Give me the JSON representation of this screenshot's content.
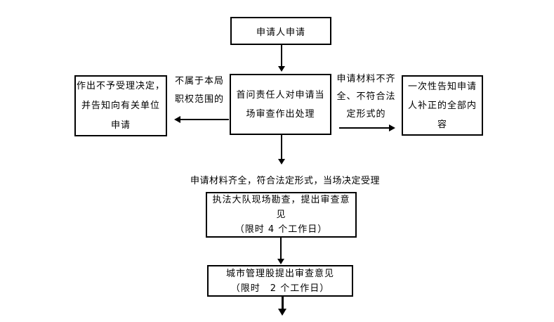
{
  "flowchart": {
    "nodes": {
      "applicant": {
        "lines": [
          "申请人申请"
        ]
      },
      "review": {
        "lines": [
          "首问责任人对申请当",
          "场审查作出处理"
        ]
      },
      "reject": {
        "lines": [
          "作出不予受理决定，",
          "并告知向有关单位",
          "申请"
        ]
      },
      "notify": {
        "lines": [
          "一次性告知申请",
          "人补正的全部内",
          "容"
        ]
      },
      "inspection": {
        "lines": [
          "执法大队现场勘查，提出审查意",
          "见",
          "（限时 4 个工作日）"
        ]
      },
      "opinion": {
        "lines": [
          "城市管理股提出审查意见",
          "（限时　2 个工作日）"
        ]
      }
    },
    "labels": {
      "out_of_scope": {
        "lines": [
          "不属于本局",
          "职权范围的"
        ]
      },
      "incomplete": {
        "lines": [
          "申请材料不齐",
          "全、不符合法",
          "定形式的"
        ]
      },
      "accepted": "申请材料齐全，符合法定形式，当场决定受理"
    },
    "edges": [
      {
        "from": "applicant",
        "to": "review",
        "label": ""
      },
      {
        "from": "review",
        "to": "reject",
        "label": "不属于本局职权范围的"
      },
      {
        "from": "review",
        "to": "notify",
        "label": "申请材料不齐全、不符合法定形式的"
      },
      {
        "from": "review",
        "to": "inspection",
        "label": "申请材料齐全，符合法定形式，当场决定受理"
      },
      {
        "from": "inspection",
        "to": "opinion",
        "label": ""
      },
      {
        "from": "opinion",
        "to": "continuation",
        "label": ""
      }
    ],
    "colors": {
      "line": "#000000",
      "text": "#000000",
      "background": "#ffffff",
      "box_border": "#000000"
    }
  }
}
